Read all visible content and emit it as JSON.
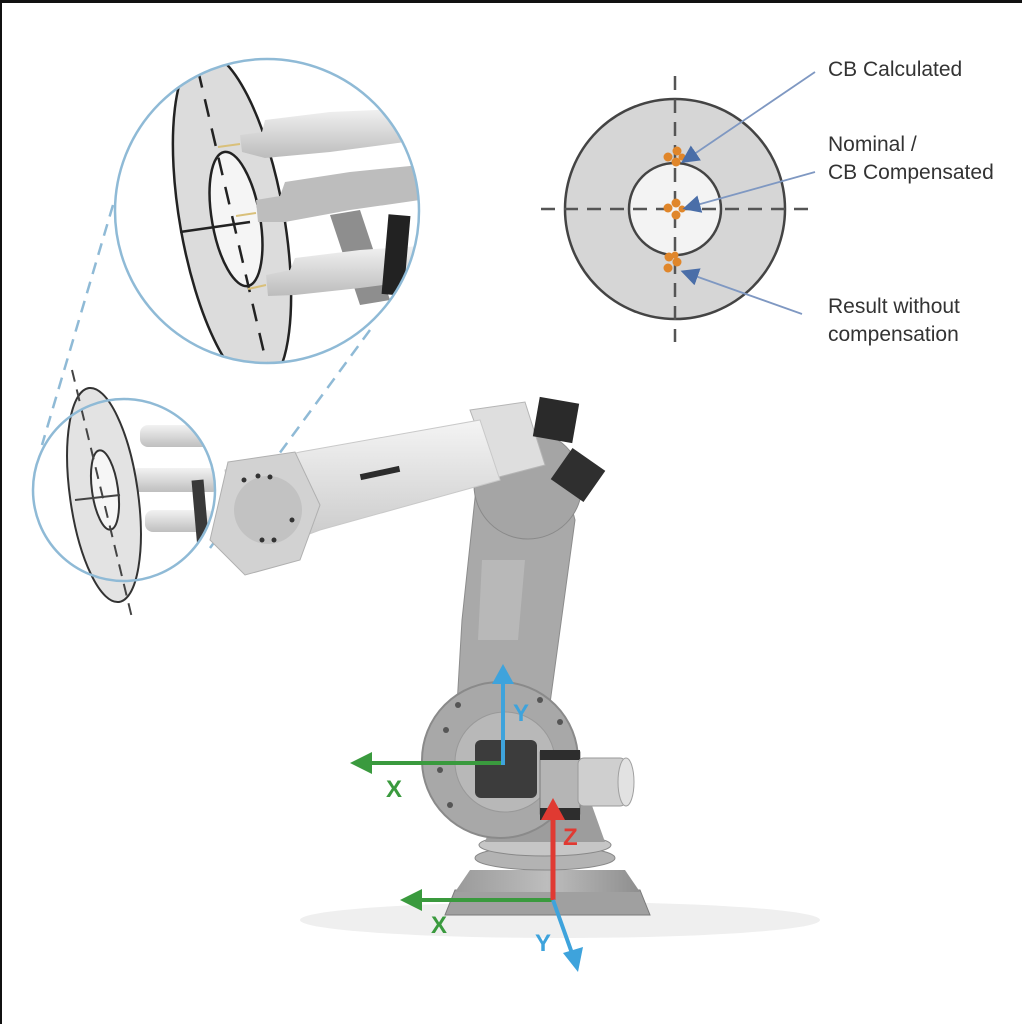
{
  "legend": {
    "cb_calculated": "CB Calculated",
    "nominal_line1": "Nominal /",
    "nominal_line2": "CB Compensated",
    "result_line1": "Result without",
    "result_line2": "compensation"
  },
  "axes": {
    "base": {
      "x": "X",
      "y": "Y",
      "z": "Z"
    },
    "joint": {
      "x": "X",
      "y": "Y"
    }
  },
  "colors": {
    "x_axis": "#3a9a3e",
    "y_axis": "#3ea3dc",
    "z_axis": "#e03a32",
    "target_dot": "#e0862a",
    "annotation_arrow": "#4a6ea8",
    "magnifier_outline": "#8fbad6",
    "target_ring": "#d9d9d9",
    "robot_body": "#a9a9a9"
  }
}
